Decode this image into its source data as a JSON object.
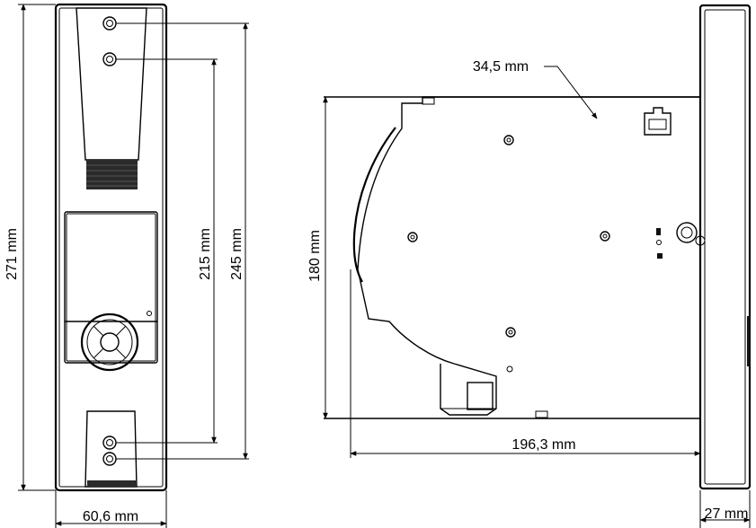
{
  "dimensions": {
    "total_height": "271 mm",
    "hole_spacing_inner": "215 mm",
    "hole_spacing_outer": "245 mm",
    "width": "60,6 mm",
    "side_height": "180 mm",
    "side_depth": "196,3 mm",
    "side_offset": "34,5 mm",
    "faceplate_depth": "27 mm"
  }
}
